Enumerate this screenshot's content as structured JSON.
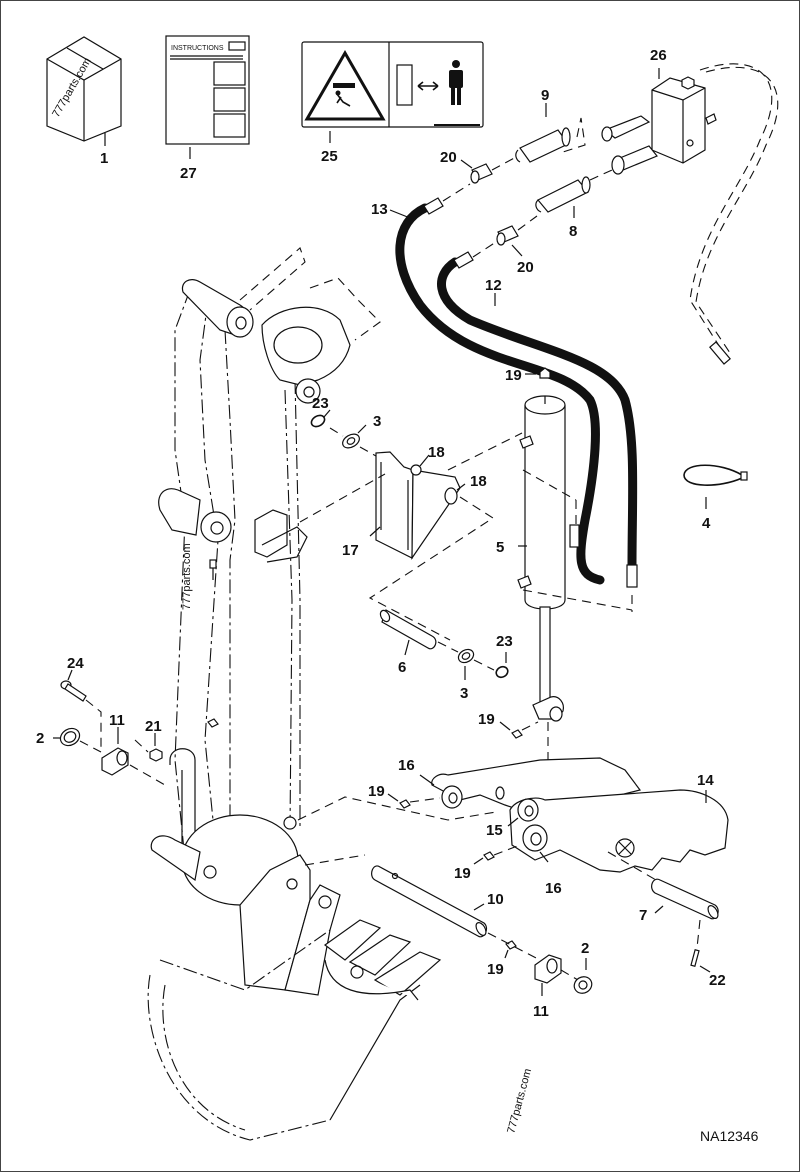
{
  "diagram": {
    "title": "Attachment / Clamp Parts Diagram",
    "document_id": "NA12346",
    "watermark": "777parts.com",
    "instructions_sheet_heading": "INSTRUCTIONS",
    "callouts": [
      {
        "id": "c1",
        "label": "1",
        "part": "kit-box"
      },
      {
        "id": "c27",
        "label": "27",
        "part": "instructions-sheet"
      },
      {
        "id": "c25",
        "label": "25",
        "part": "warning-decal"
      },
      {
        "id": "c26",
        "label": "26",
        "part": "valve-block"
      },
      {
        "id": "c9",
        "label": "9",
        "part": "quick-coupler-female"
      },
      {
        "id": "c20a",
        "label": "20",
        "part": "adapter-fitting"
      },
      {
        "id": "c20b",
        "label": "20",
        "part": "adapter-fitting"
      },
      {
        "id": "c8",
        "label": "8",
        "part": "quick-coupler-male"
      },
      {
        "id": "c13",
        "label": "13",
        "part": "hydraulic-hose"
      },
      {
        "id": "c12",
        "label": "12",
        "part": "hydraulic-hose"
      },
      {
        "id": "c19a",
        "label": "19",
        "part": "grease-fitting"
      },
      {
        "id": "c23a",
        "label": "23",
        "part": "o-ring"
      },
      {
        "id": "c3a",
        "label": "3",
        "part": "washer"
      },
      {
        "id": "c18a",
        "label": "18",
        "part": "bushing"
      },
      {
        "id": "c18b",
        "label": "18",
        "part": "bushing"
      },
      {
        "id": "c17",
        "label": "17",
        "part": "mounting-bracket"
      },
      {
        "id": "c5",
        "label": "5",
        "part": "hydraulic-cylinder"
      },
      {
        "id": "c4",
        "label": "4",
        "part": "cable-tie"
      },
      {
        "id": "c6",
        "label": "6",
        "part": "pin"
      },
      {
        "id": "c23b",
        "label": "23",
        "part": "o-ring"
      },
      {
        "id": "c3b",
        "label": "3",
        "part": "washer"
      },
      {
        "id": "c19b",
        "label": "19",
        "part": "grease-fitting"
      },
      {
        "id": "c24",
        "label": "24",
        "part": "bolt"
      },
      {
        "id": "c2a",
        "label": "2",
        "part": "washer"
      },
      {
        "id": "c11a",
        "label": "11",
        "part": "pin-collar"
      },
      {
        "id": "c21",
        "label": "21",
        "part": "nut"
      },
      {
        "id": "c16a",
        "label": "16",
        "part": "bushing"
      },
      {
        "id": "c19c",
        "label": "19",
        "part": "grease-fitting"
      },
      {
        "id": "c14",
        "label": "14",
        "part": "clamp-arm"
      },
      {
        "id": "c15",
        "label": "15",
        "part": "bushing"
      },
      {
        "id": "c19d",
        "label": "19",
        "part": "grease-fitting"
      },
      {
        "id": "c16b",
        "label": "16",
        "part": "bushing"
      },
      {
        "id": "c10",
        "label": "10",
        "part": "pivot-pin"
      },
      {
        "id": "c7",
        "label": "7",
        "part": "pin"
      },
      {
        "id": "c19e",
        "label": "19",
        "part": "grease-fitting"
      },
      {
        "id": "c2b",
        "label": "2",
        "part": "washer"
      },
      {
        "id": "c22",
        "label": "22",
        "part": "roll-pin"
      },
      {
        "id": "c11b",
        "label": "11",
        "part": "pin-collar"
      }
    ]
  }
}
